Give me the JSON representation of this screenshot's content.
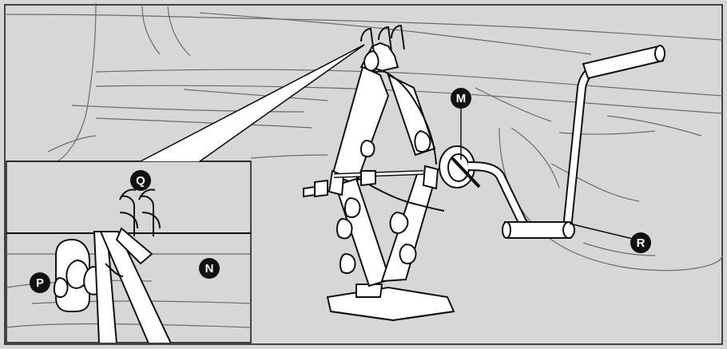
{
  "colors": {
    "background": "#d7d7d7",
    "panel": "#ffffff",
    "line": "#111111",
    "faint_line": "#6a6a6a",
    "callout_fill": "#111111",
    "callout_text": "#ffffff"
  },
  "callouts": {
    "M": "M",
    "Q": "Q",
    "N": "N",
    "P": "P",
    "R": "R"
  }
}
